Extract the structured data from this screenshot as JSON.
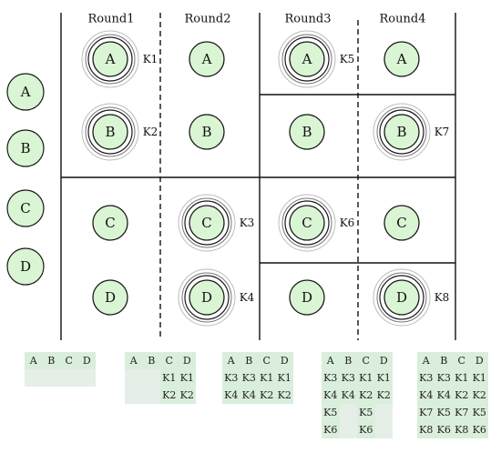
{
  "rounds": [
    "Round1",
    "Round2",
    "Round3",
    "Round4"
  ],
  "initial_nodes": [
    "A",
    "B",
    "C",
    "D"
  ],
  "round_nodes": [
    [
      {
        "label": "A",
        "ring": true,
        "key": "K1"
      },
      {
        "label": "B",
        "ring": true,
        "key": "K2"
      },
      {
        "label": "C",
        "ring": false,
        "key": ""
      },
      {
        "label": "D",
        "ring": false,
        "key": ""
      }
    ],
    [
      {
        "label": "A",
        "ring": false,
        "key": ""
      },
      {
        "label": "B",
        "ring": false,
        "key": ""
      },
      {
        "label": "C",
        "ring": true,
        "key": "K3"
      },
      {
        "label": "D",
        "ring": true,
        "key": "K4"
      }
    ],
    [
      {
        "label": "A",
        "ring": true,
        "key": "K5"
      },
      {
        "label": "B",
        "ring": false,
        "key": ""
      },
      {
        "label": "C",
        "ring": true,
        "key": "K6"
      },
      {
        "label": "D",
        "ring": false,
        "key": ""
      }
    ],
    [
      {
        "label": "A",
        "ring": false,
        "key": ""
      },
      {
        "label": "B",
        "ring": true,
        "key": "K7"
      },
      {
        "label": "C",
        "ring": false,
        "key": ""
      },
      {
        "label": "D",
        "ring": true,
        "key": "K8"
      }
    ]
  ],
  "key_tables": [
    {
      "header": [
        "A",
        "B",
        "C",
        "D"
      ],
      "rows": [
        [
          "",
          "",
          "",
          ""
        ]
      ]
    },
    {
      "header": [
        "A",
        "B",
        "C",
        "D"
      ],
      "rows": [
        [
          "",
          "",
          "K1",
          "K1"
        ],
        [
          "",
          "",
          "K2",
          "K2"
        ]
      ]
    },
    {
      "header": [
        "A",
        "B",
        "C",
        "D"
      ],
      "rows": [
        [
          "K3",
          "K3",
          "K1",
          "K1"
        ],
        [
          "K4",
          "K4",
          "K2",
          "K2"
        ]
      ]
    },
    {
      "header": [
        "A",
        "B",
        "C",
        "D"
      ],
      "rows": [
        [
          "K3",
          "K3",
          "K1",
          "K1"
        ],
        [
          "K4",
          "K4",
          "K2",
          "K2"
        ],
        [
          "K5",
          "",
          "K5",
          ""
        ],
        [
          "K6",
          "",
          "K6",
          ""
        ]
      ]
    },
    {
      "header": [
        "A",
        "B",
        "C",
        "D"
      ],
      "rows": [
        [
          "K3",
          "K3",
          "K1",
          "K1"
        ],
        [
          "K4",
          "K4",
          "K2",
          "K2"
        ],
        [
          "K7",
          "K5",
          "K7",
          "K5"
        ],
        [
          "K8",
          "K6",
          "K8",
          "K6"
        ]
      ]
    }
  ],
  "colors": {
    "node_fill": "#d9f5d3",
    "node_stroke": "#1a1a1a",
    "ring_stroke": "#777777",
    "line": "#111111",
    "table_bg": "#d9eedb"
  }
}
